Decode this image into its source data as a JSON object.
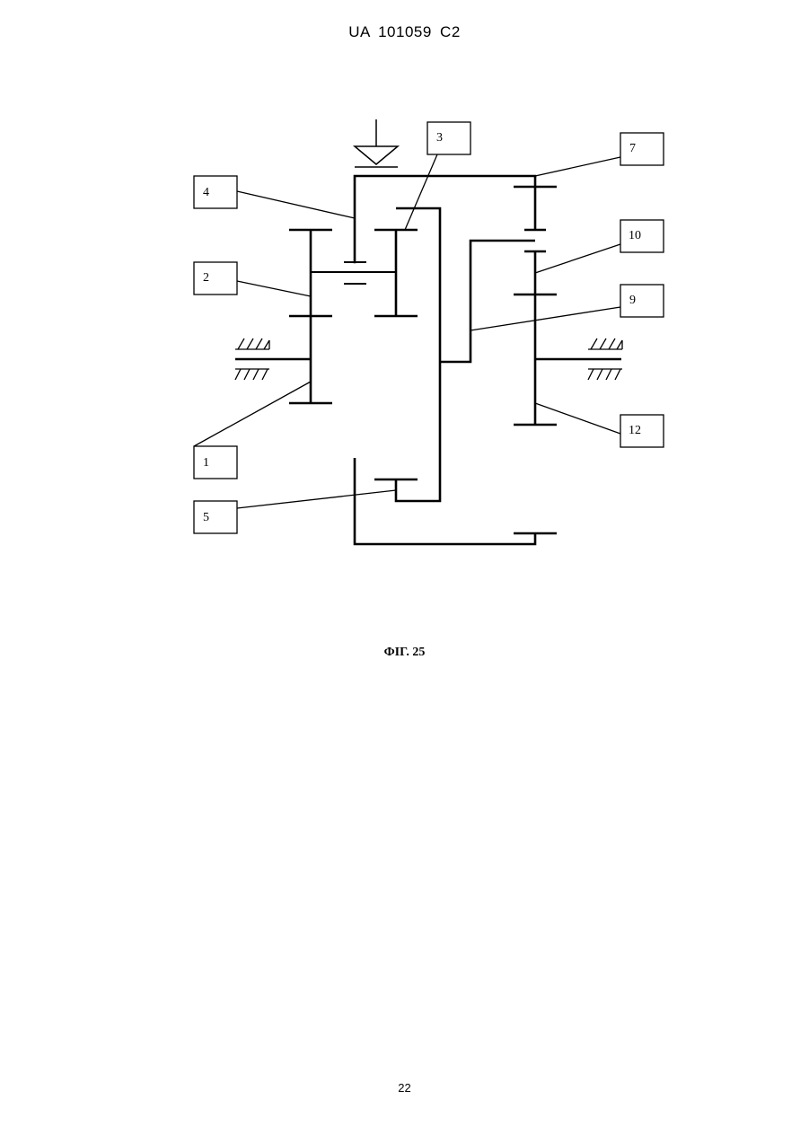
{
  "header": {
    "text": "UA 101059 C2"
  },
  "diagram": {
    "labels": {
      "l1": "1",
      "l2": "2",
      "l3": "3",
      "l4": "4",
      "l5": "5",
      "l7": "7",
      "l9": "9",
      "l10": "10",
      "l12": "12"
    }
  },
  "figure": {
    "caption": "ФІГ. 25"
  },
  "footer": {
    "page_number": "22"
  }
}
